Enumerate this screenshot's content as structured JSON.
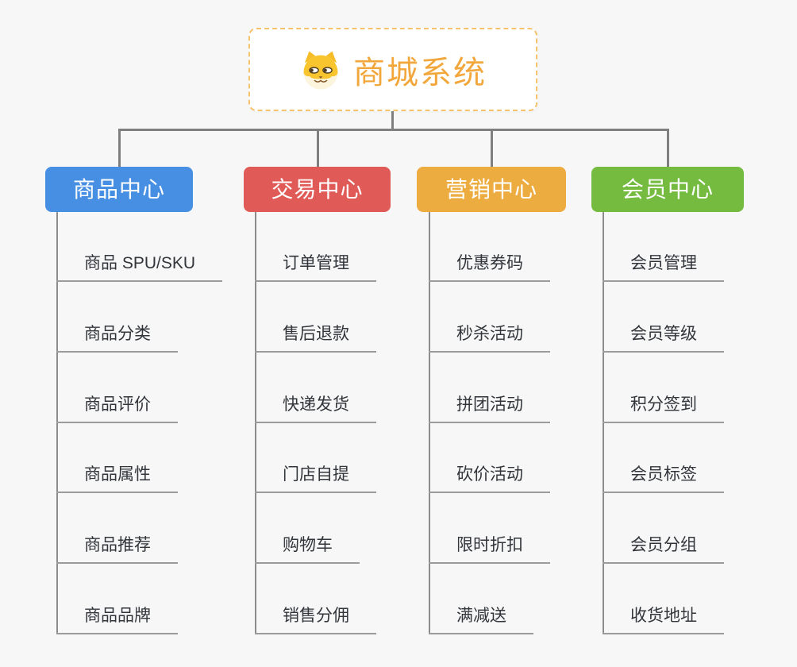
{
  "canvas": {
    "background": "#f7f7f7"
  },
  "root": {
    "title": "商城系统",
    "title_color": "#f2a73d",
    "border_color": "#f5c36c",
    "icon": "doge-icon"
  },
  "connector_color": "#7f7f7f",
  "branches": [
    {
      "label": "商品中心",
      "color": "#478fe2",
      "items": [
        "商品 SPU/SKU",
        "商品分类",
        "商品评价",
        "商品属性",
        "商品推荐",
        "商品品牌"
      ]
    },
    {
      "label": "交易中心",
      "color": "#e05b57",
      "items": [
        "订单管理",
        "售后退款",
        "快递发货",
        "门店自提",
        "购物车",
        "销售分佣"
      ]
    },
    {
      "label": "营销中心",
      "color": "#edac40",
      "items": [
        "优惠券码",
        "秒杀活动",
        "拼团活动",
        "砍价活动",
        "限时折扣",
        "满减送"
      ]
    },
    {
      "label": "会员中心",
      "color": "#74bb40",
      "items": [
        "会员管理",
        "会员等级",
        "积分签到",
        "会员标签",
        "会员分组",
        "收货地址"
      ]
    }
  ]
}
